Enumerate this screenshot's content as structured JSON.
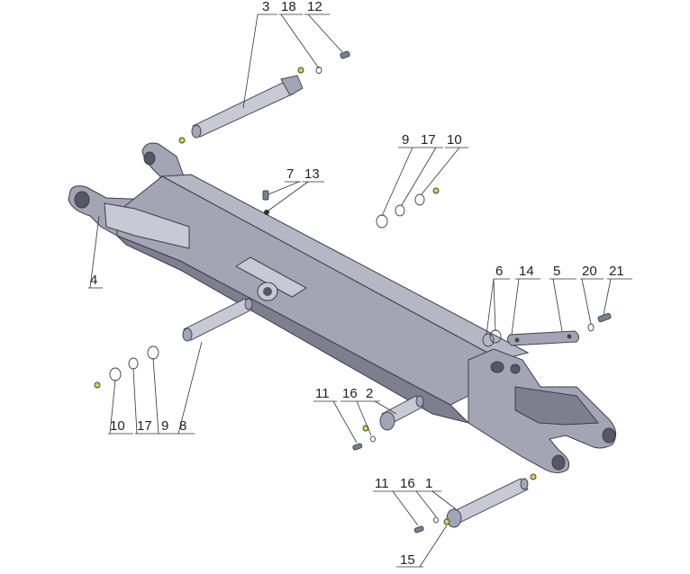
{
  "callouts": [
    {
      "id": "c3a",
      "text": "3"
    },
    {
      "id": "c18",
      "text": "18"
    },
    {
      "id": "c12",
      "text": "12"
    },
    {
      "id": "c9a",
      "text": "9"
    },
    {
      "id": "c17a",
      "text": "17"
    },
    {
      "id": "c10a",
      "text": "10"
    },
    {
      "id": "c7",
      "text": "7"
    },
    {
      "id": "c13",
      "text": "13"
    },
    {
      "id": "c4",
      "text": "4"
    },
    {
      "id": "c6",
      "text": "6"
    },
    {
      "id": "c14",
      "text": "14"
    },
    {
      "id": "c5",
      "text": "5"
    },
    {
      "id": "c20",
      "text": "20"
    },
    {
      "id": "c21",
      "text": "21"
    },
    {
      "id": "c11a",
      "text": "11"
    },
    {
      "id": "c16a",
      "text": "16"
    },
    {
      "id": "c2",
      "text": "2"
    },
    {
      "id": "c10b",
      "text": "10"
    },
    {
      "id": "c17b",
      "text": "17"
    },
    {
      "id": "c9b",
      "text": "9"
    },
    {
      "id": "c8",
      "text": "8"
    },
    {
      "id": "c11b",
      "text": "11"
    },
    {
      "id": "c16b",
      "text": "16"
    },
    {
      "id": "c1",
      "text": "1"
    },
    {
      "id": "c15",
      "text": "15"
    }
  ],
  "colors": {
    "part_body": "#a3a5b4",
    "part_shadow": "#7d7f8f",
    "grease_fitting": "#d8d24a",
    "line": "#333333"
  }
}
